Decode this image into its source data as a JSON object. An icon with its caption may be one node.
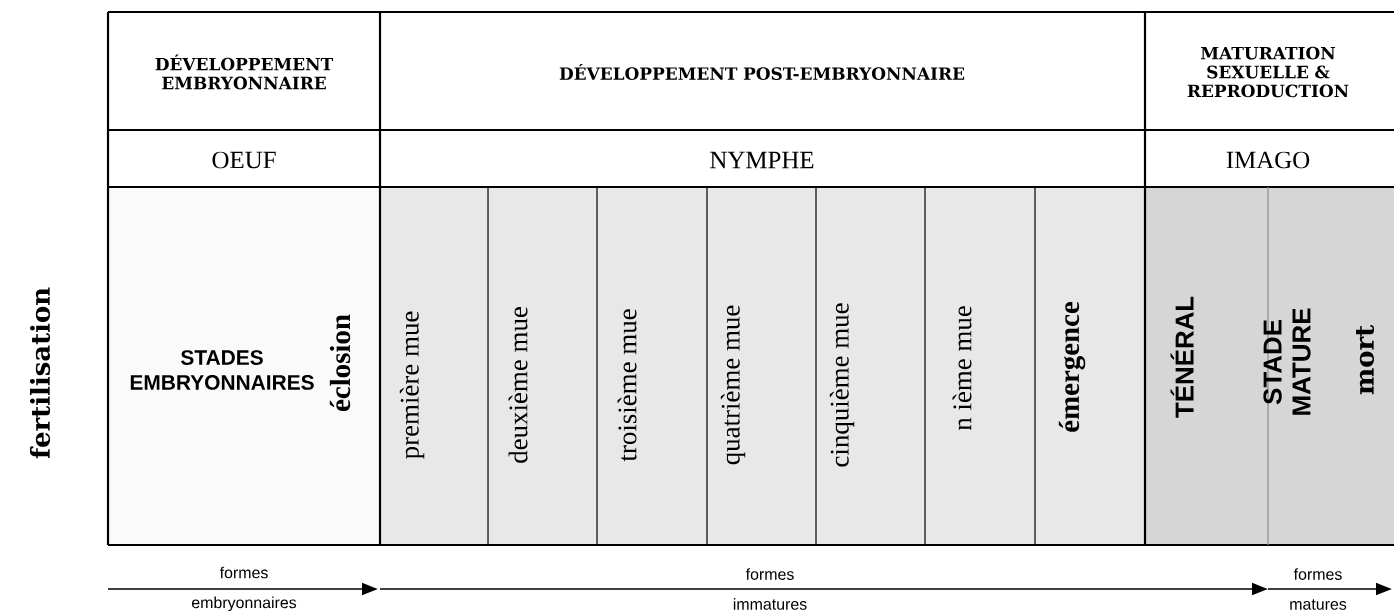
{
  "diagram": {
    "labels": [
      "DÉVELOPPEMENT EMBRYONNAIRE",
      "DÉVELOPPEMENT POST-EMBRYONNAIRE",
      "MATURATION SEXUELLE & REPRODUCTION",
      "OEUF",
      "NYMPHE",
      "IMAGO",
      "fertilisation",
      "STADES EMBRYONNAIRES",
      "éclosion",
      "première mue",
      "deuxième mue",
      "troisième mue",
      "quatrième mue",
      "cinquième mue",
      "n ième mue",
      "émergence",
      "TÉNÉRAL",
      "STADE MATURE",
      "mort",
      "formes embryonnaires",
      "formes immatures",
      "formes matures"
    ]
  }
}
